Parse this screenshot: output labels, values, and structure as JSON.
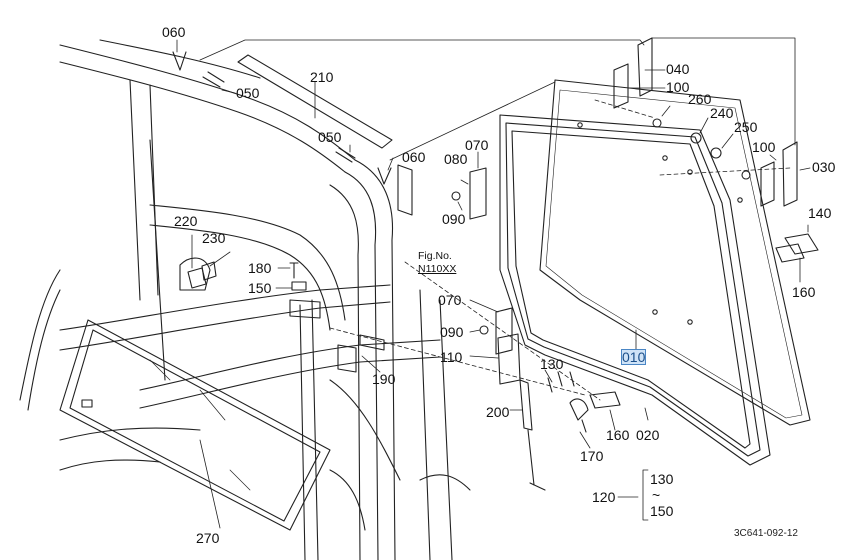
{
  "figure": {
    "label": "Fig.No.",
    "code": "N110XX",
    "doc_number": "3C641-092-12"
  },
  "parts": {
    "p060a": "060",
    "p050a": "050",
    "p210": "210",
    "p050b": "050",
    "p060b": "060",
    "p040": "040",
    "p100a": "100",
    "p260": "260",
    "p240": "240",
    "p250": "250",
    "p100b": "100",
    "p030": "030",
    "p080": "080",
    "p070a": "070",
    "p090a": "090",
    "p140": "140",
    "p160a": "160",
    "p220": "220",
    "p230": "230",
    "p180": "180",
    "p150": "150",
    "p070b": "070",
    "p090b": "090",
    "p010": "010",
    "p110": "110",
    "p190": "190",
    "p130": "130",
    "p200": "200",
    "p160b": "160",
    "p020": "020",
    "p170": "170",
    "p120": "120",
    "p120_from": "130",
    "p120_tilde": "~",
    "p120_to": "150",
    "p270": "270"
  },
  "colors": {
    "line": "#222222",
    "highlight_bg": "#cfe3f7",
    "highlight_border": "#4a86c5"
  }
}
